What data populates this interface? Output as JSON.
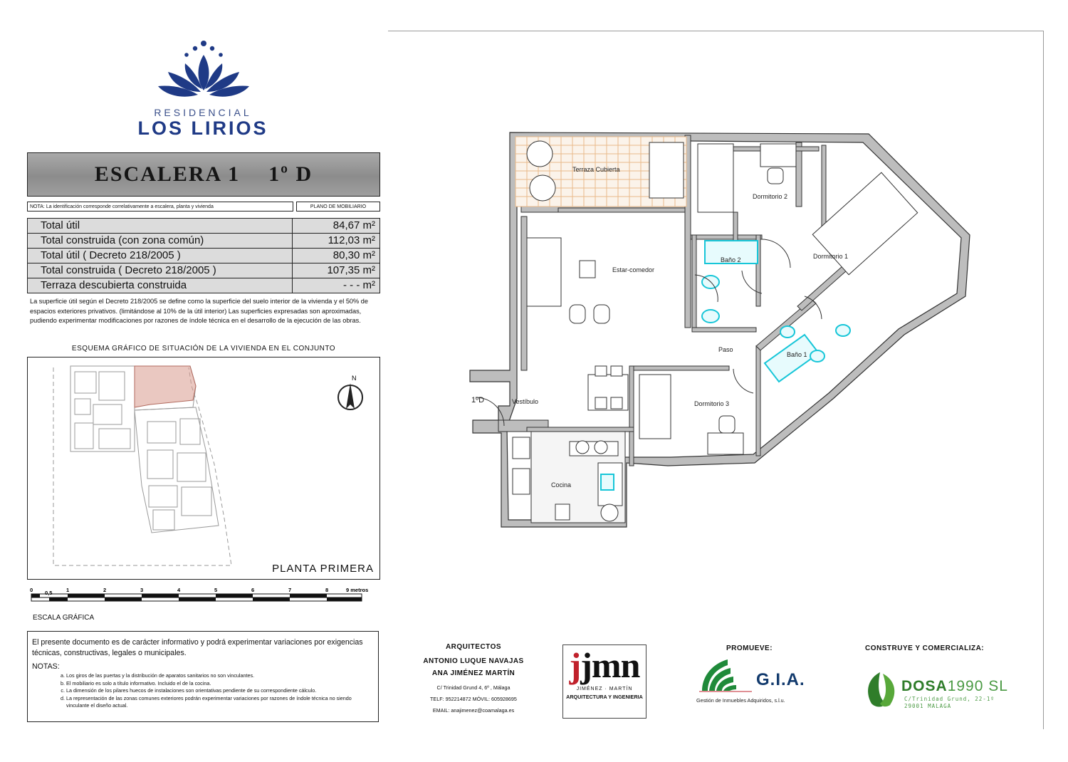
{
  "brand": {
    "subtitle": "RESIDENCIAL",
    "name": "LOS LIRIOS",
    "color": "#1f3a86"
  },
  "header": {
    "escalera": "ESCALERA 1",
    "unit": "1º D",
    "note": "NOTA: La identificación corresponde correlativamente a escalera, planta y vivienda",
    "plan_type": "PLANO DE MOBILIARIO"
  },
  "surfaces": [
    {
      "label": "Total útil",
      "value": "84,67 m²"
    },
    {
      "label": "Total construida  (con zona común)",
      "value": "112,03 m²"
    },
    {
      "label": "Total útil  ( Decreto 218/2005 )",
      "value": "80,30 m²"
    },
    {
      "label": "Total construida  ( Decreto 218/2005 )",
      "value": "107,35 m²"
    },
    {
      "label": "Terraza descubierta construida",
      "value": "- - - m²"
    }
  ],
  "surface_note": "La superficie útil según el Decreto 218/2005 se define como la superficie del suelo interior de la vivienda y el 50% de espacios exteriores privativos. (limitándose al 10% de la útil interior) Las superficies expresadas son aproximadas, pudiendo experimentar modificaciones por razones de índole técnica en el desarrollo de la ejecución de las obras.",
  "situation": {
    "title": "ESQUEMA GRÁFICO DE SITUACIÓN DE LA VIVIENDA EN EL CONJUNTO",
    "floor_label": "PLANTA  PRIMERA",
    "north": "N"
  },
  "scale": {
    "ticks": [
      "0",
      "0,5",
      "1",
      "2",
      "3",
      "4",
      "5",
      "6",
      "7",
      "8",
      "9 metros"
    ],
    "label": "ESCALA GRÁFICA"
  },
  "info": {
    "intro": "El presente documento es de carácter informativo y podrá experimentar variaciones por exigencias técnicas, constructivas, legales o municipales.",
    "notes_title": "NOTAS:",
    "notes": [
      "Los giros de las puertas y la distribución de aparatos sanitarios no son vinculantes.",
      "El mobiliario es solo a título informativo. Incluido el de la cocina.",
      "La dimensión de los pilares huecos de instalaciones son orientativas pendiente de su correspondiente cálculo.",
      "La representación de las zonas comunes exteriores podrán experimentar variaciones por razones de índole técnica no siendo vinculante el diseño actual."
    ]
  },
  "rooms": {
    "terraza": "Terraza Cubierta",
    "dormitorio2": "Dormitorio 2",
    "dormitorio1": "Dormitorio 1",
    "estar": "Estar-comedor",
    "bano2": "Baño 2",
    "bano1": "Baño 1",
    "paso": "Paso",
    "dormitorio3": "Dormitorio 3",
    "vestibulo": "Vestíbulo",
    "cocina": "Cocina",
    "door_unit": "1ºD"
  },
  "credits": {
    "architects_title": "ARQUITECTOS",
    "architect_1": "ANTONIO LUQUE NAVAJAS",
    "architect_2": "ANA JIMÉNEZ MARTÍN",
    "address": "C/ Trinidad Grund 4, 6º , Málaga",
    "phones": "TELF: 952214872   MÓVIL: 605928695",
    "email": "EMAIL: anajimenez@coamalaga.es",
    "jmn_logo": "jmn",
    "jmn_strap": "JIMÉNEZ · MARTÍN",
    "jmn_sub": "ARQUITECTURA Y INGENIERIA",
    "promueve_title": "PROMUEVE:",
    "gia": "G.I.A.",
    "gia_sub": "Gestión de Inmuebles Adquiridos, s.l.u.",
    "construye_title": "CONSTRUYE Y COMERCIALIZA:",
    "dosa": "DOSA",
    "dosa_year": "1990 SL",
    "dosa_addr_1": "C/Trinidad Grund, 22-1º",
    "dosa_addr_2": "29001 MALAGA"
  },
  "colors": {
    "wall_fill": "#bdbdbd",
    "terrace_grid": "#e8b98a",
    "bath_fixture": "#17c6d8",
    "situation_highlight": "#d89a8e"
  }
}
